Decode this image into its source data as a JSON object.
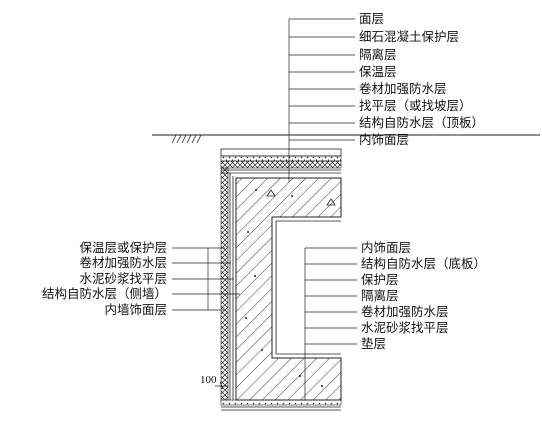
{
  "top_labels": [
    "面层",
    "细石混凝土保护层",
    "隔离层",
    "保温层",
    "卷材加强防水层",
    "找平层（或找坡层）",
    "结构自防水层（顶板）",
    "内饰面层"
  ],
  "left_labels": [
    "保温层或保护层",
    "卷材加强防水层",
    "水泥砂浆找平层",
    "结构自防水层（侧墙）",
    "内墙饰面层"
  ],
  "right_labels": [
    "内饰面层",
    "结构自防水层（底板）",
    "保护层",
    "隔离层",
    "卷材加强防水层",
    "水泥砂浆找平层",
    "垫层"
  ],
  "dimension": "100"
}
